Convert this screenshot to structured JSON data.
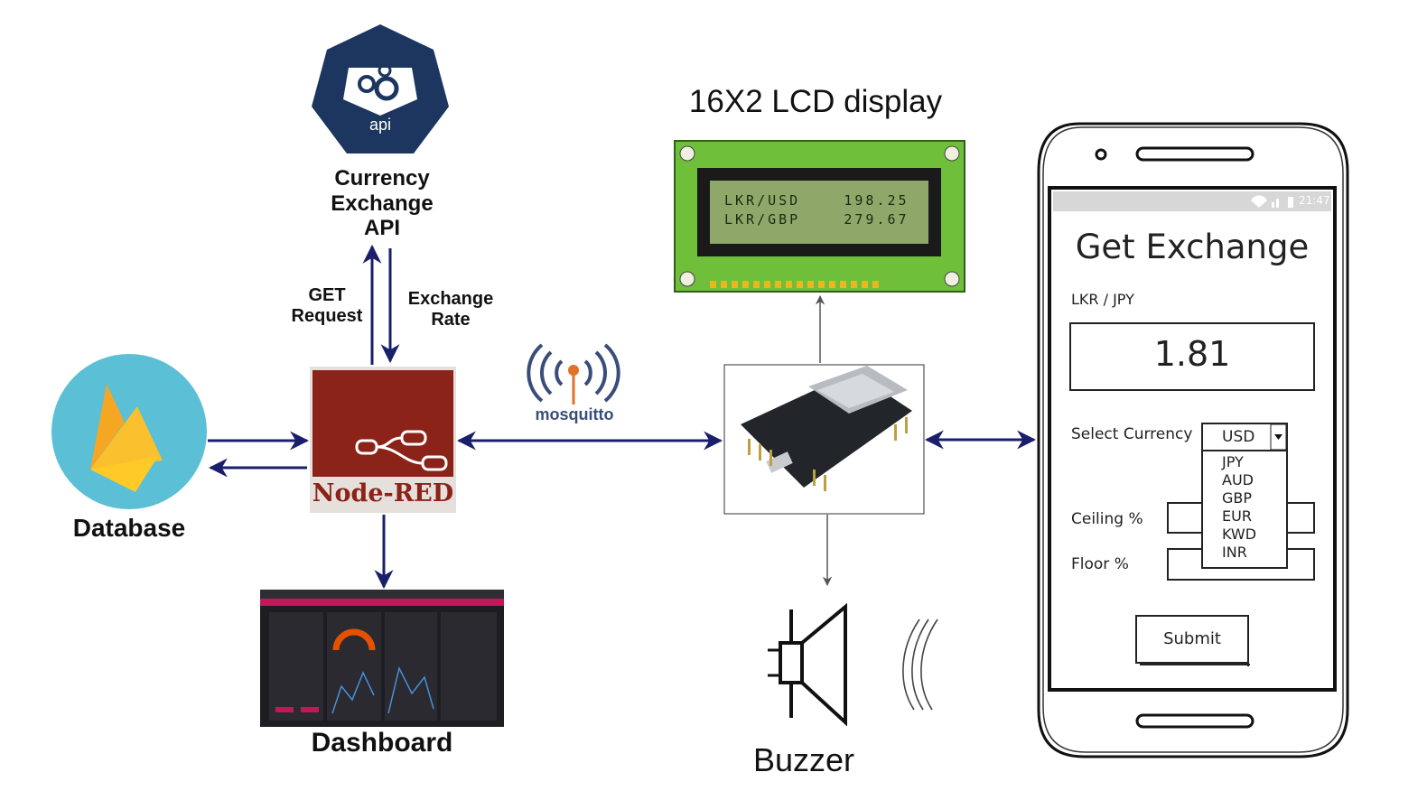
{
  "api": {
    "icon_text": "api",
    "title_line1": "Currency",
    "title_line2": "Exchange",
    "title_line3": "API"
  },
  "arrows": {
    "get_request_line1": "GET",
    "get_request_line2": "Request",
    "exchange_rate_line1": "Exchange",
    "exchange_rate_line2": "Rate"
  },
  "database": {
    "label": "Database"
  },
  "node_red": {
    "label": "Node-RED"
  },
  "mosquitto": {
    "label": "mosquitto"
  },
  "dashboard": {
    "label": "Dashboard"
  },
  "lcd": {
    "title": "16X2 LCD display",
    "line1": "LKR/USD    198.25",
    "line2": "LKR/GBP    279.67"
  },
  "buzzer": {
    "label": "Buzzer"
  },
  "phone": {
    "status_time": "21:47",
    "title": "Get Exchange",
    "pair_label": "LKR / JPY",
    "rate_value": "1.81",
    "select_label": "Select Currency",
    "selected_currency": "USD",
    "currency_options": [
      "JPY",
      "AUD",
      "GBP",
      "EUR",
      "KWD",
      "INR"
    ],
    "ceiling_label": "Ceiling %",
    "floor_label": "Floor %",
    "submit_label": "Submit"
  },
  "colors": {
    "arrow_navy": "#1a1f6b",
    "node_red": "#8b2318",
    "firebase_circle": "#5bbfd6",
    "api_navy": "#1c3660",
    "lcd_board": "#6fbf3a",
    "lcd_screen": "#8fa86a"
  }
}
